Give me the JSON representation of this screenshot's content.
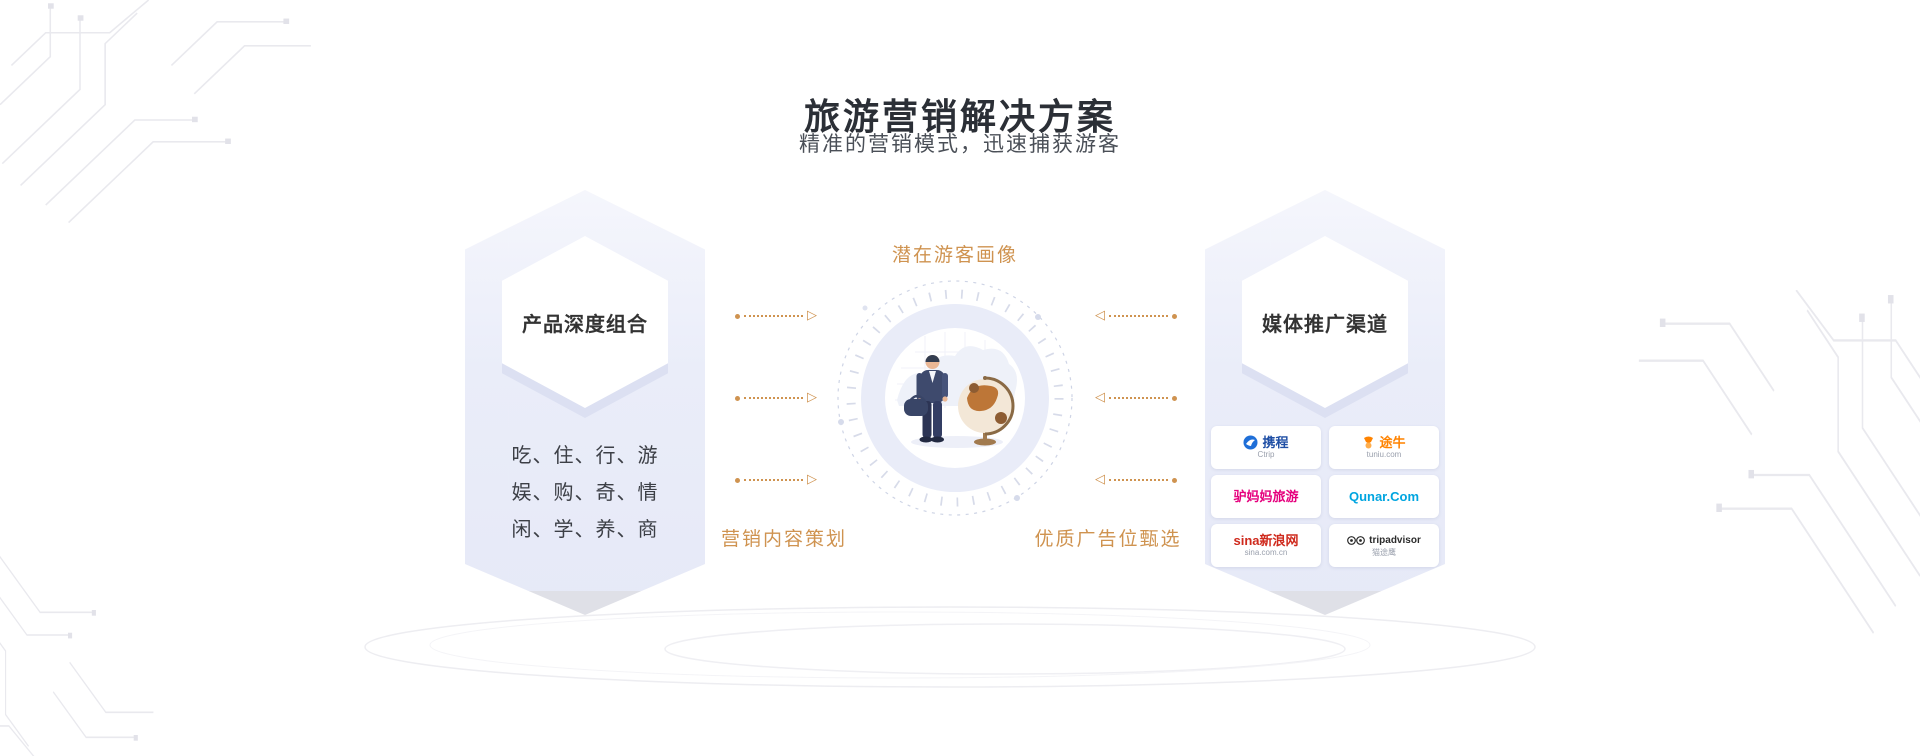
{
  "header": {
    "title": "旅游营销解决方案",
    "subtitle": "精准的营销模式，迅速捕获游客"
  },
  "left_card": {
    "title": "产品深度组合",
    "lines": [
      "吃、住、行、游",
      "娱、购、奇、情",
      "闲、学、养、商"
    ]
  },
  "diagram": {
    "top_label": "潜在游客画像",
    "bottom_left_label": "营销内容策划",
    "bottom_right_label": "优质广告位甄选"
  },
  "right_card": {
    "title": "媒体推广渠道",
    "logos": [
      {
        "name": "ctrip",
        "label": "携程",
        "sub": "Ctrip",
        "color": "#1f4fa5"
      },
      {
        "name": "tuniu",
        "label": "途牛",
        "sub": "tuniu.com",
        "color": "#ff8300"
      },
      {
        "name": "lvmama",
        "label": "驴妈妈旅游",
        "sub": "",
        "color": "#e5007d"
      },
      {
        "name": "qunar",
        "label": "Qunar.Com",
        "sub": "",
        "color": "#00a5e0"
      },
      {
        "name": "sina",
        "label": "sina新浪网",
        "sub": "sina.com.cn",
        "color": "#cf2a1d"
      },
      {
        "name": "tripadvisor",
        "label": "tripadvisor",
        "sub": "猫途鹰",
        "color": "#2b2b2b"
      }
    ]
  },
  "icons": {
    "triangle_right": "▷",
    "triangle_left": "◁"
  },
  "colors": {
    "accent_orange": "#cf9350",
    "card_lavender": "#e9ecf8",
    "title_dark": "#2b2f36"
  }
}
